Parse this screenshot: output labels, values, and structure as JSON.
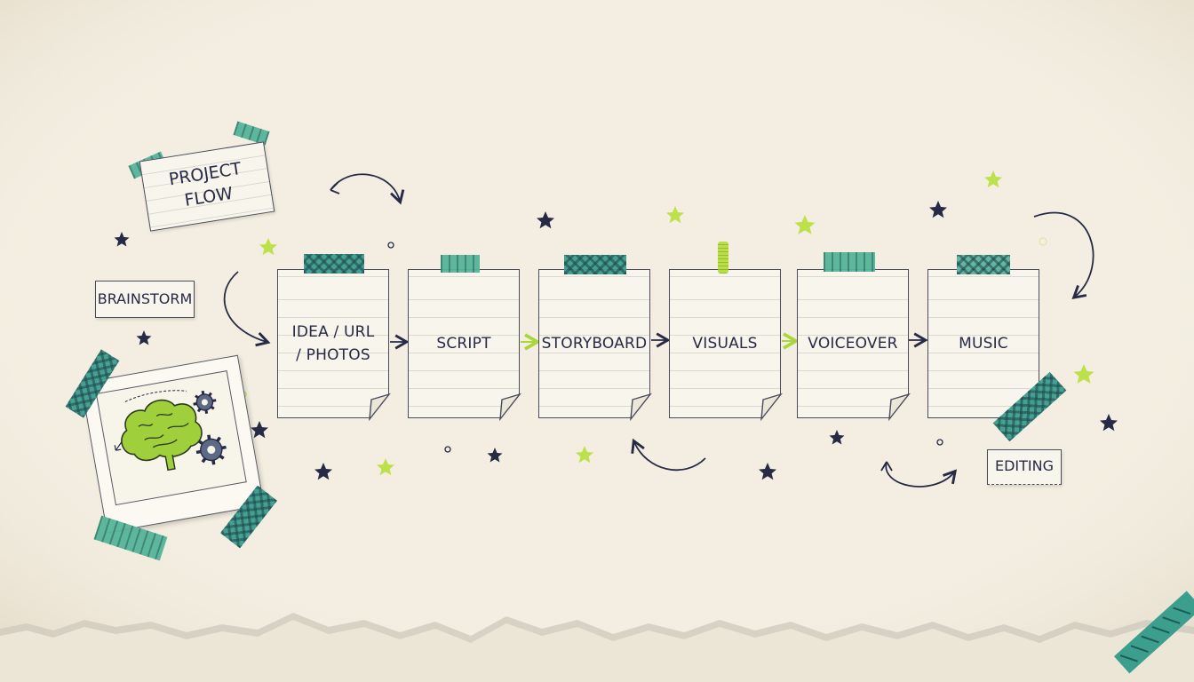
{
  "title_card": {
    "line1": "PROJECT",
    "line2": "FLOW"
  },
  "brainstorm": {
    "label": "BRAINSTORM"
  },
  "editing": {
    "label": "EDITING"
  },
  "steps": [
    {
      "line1": "IDEA / URL",
      "line2": "/ PHOTOS"
    },
    {
      "line1": "SCRIPT",
      "line2": ""
    },
    {
      "line1": "STORYBOARD",
      "line2": ""
    },
    {
      "line1": "VISUALS",
      "line2": ""
    },
    {
      "line1": "VOICEOVER",
      "line2": ""
    },
    {
      "line1": "MUSIC",
      "line2": ""
    }
  ],
  "colors": {
    "paper": "#f3eee1",
    "ink": "#262a45",
    "teal_tape": "#3c9e8c",
    "lime": "#b6de3f"
  },
  "icons": {
    "brain": "brain-icon",
    "gear": "gear-icon",
    "star": "star-icon",
    "arrow": "arrow-icon"
  }
}
